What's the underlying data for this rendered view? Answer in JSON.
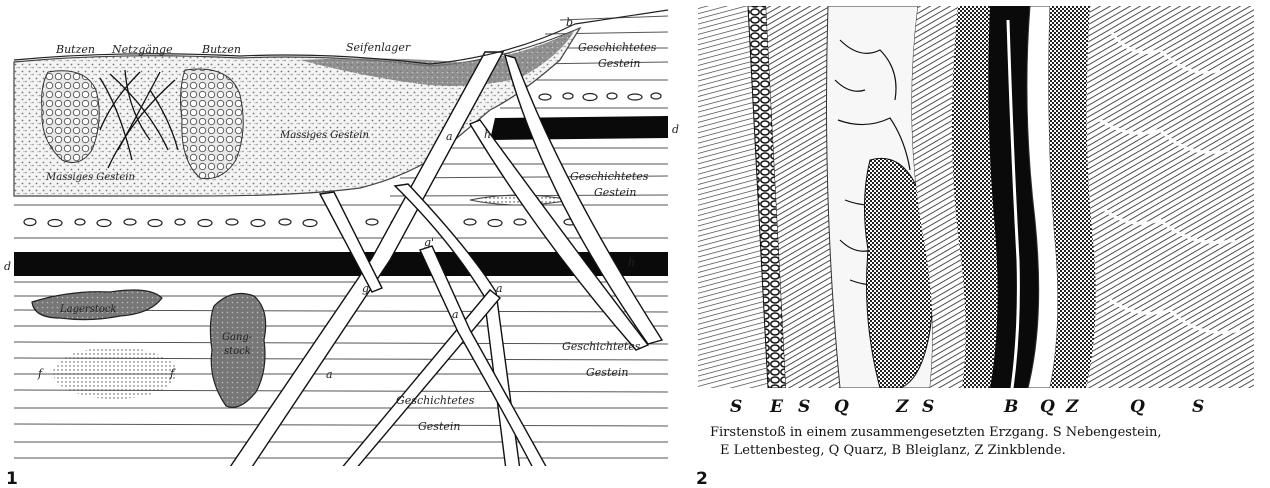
{
  "figure1": {
    "number": "1",
    "labels": {
      "butzen_left": "Butzen",
      "netzgaenge": "Netzgänge",
      "butzen_right": "Butzen",
      "seifenlager": "Seifenlager",
      "b": "b",
      "geschichtetes_top_1": "Geschichtetes",
      "geschichtetes_top_2": "Gestein",
      "massiges_center": "Massiges Gestein",
      "massiges_left": "Massiges Gestein",
      "a_upper": "a",
      "h_upper": "h",
      "d_right": "d",
      "geschichtetes_right_1": "Geschichtetes",
      "geschichtetes_right_2": "Gestein",
      "g_prime": "g'",
      "d_left": "d",
      "h_lower": "h",
      "lagerstock": "Lagerstock",
      "g": "g",
      "a_mid": "a",
      "a_junction": "a",
      "gangstock_1": "Gang-",
      "gangstock_2": "stock",
      "f_left": "f",
      "f_right": "f",
      "a_lower": "a",
      "geschichtetes_lowright_1": "Geschichtetes",
      "geschichtetes_lowright_2": "Gestein",
      "geschichtetes_bottom_1": "Geschichtetes",
      "geschichtetes_bottom_2": "Gestein"
    }
  },
  "figure2": {
    "number": "2",
    "letters": [
      "S",
      "E",
      "S",
      "Q",
      "Z",
      "S",
      "B",
      "Q",
      "Z",
      "Q",
      "S"
    ],
    "caption_line1": "Firstenstoß in einem zusammengesetzten Erzgang.  S Nebengestein,",
    "caption_line2": "E Lettenbesteg,  Q Quarz,  B Bleiglanz,  Z Zinkblende."
  },
  "colors": {
    "ink": "#111111",
    "paper": "#ffffff",
    "ore": "#0a0a0a"
  }
}
